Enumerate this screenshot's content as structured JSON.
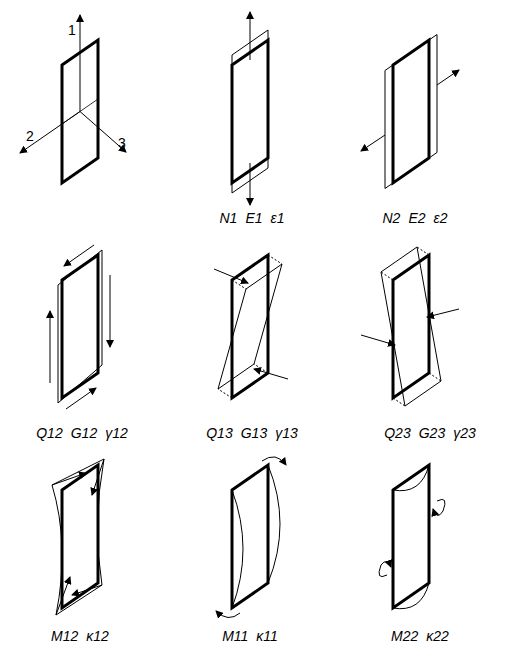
{
  "diagram": {
    "labels": [
      "1",
      "2",
      "3",
      "N1",
      "E1",
      "ε1",
      "N2",
      "E2",
      "ε2",
      "Q12",
      "G12",
      "γ12",
      "Q13",
      "G13",
      "γ13",
      "Q23",
      "G23",
      "γ23",
      "M12",
      "κ12",
      "M11",
      "κ11",
      "M22",
      "κ22"
    ]
  }
}
